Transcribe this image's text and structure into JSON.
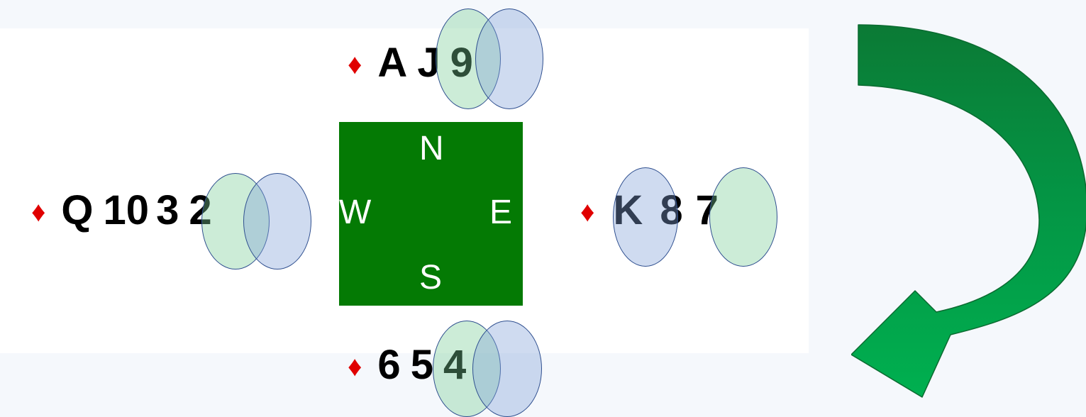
{
  "suit_symbol": "♦",
  "hands": {
    "north": {
      "cards": [
        "A",
        "J",
        "9"
      ]
    },
    "west": {
      "cards": [
        "Q",
        "10",
        "3",
        "2"
      ]
    },
    "east": {
      "cards": [
        "K",
        "8",
        "7"
      ]
    },
    "south": {
      "cards": [
        "6",
        "5",
        "4"
      ]
    }
  },
  "compass": {
    "north": "N",
    "west": "W",
    "east": "E",
    "south": "S"
  },
  "colors": {
    "table": "#047a04",
    "suit": "#e00000",
    "highlight_green": "#78cd96",
    "highlight_blue": "#82a0d7",
    "arrow_dark": "#0b7a35",
    "arrow_light": "#00b050"
  }
}
